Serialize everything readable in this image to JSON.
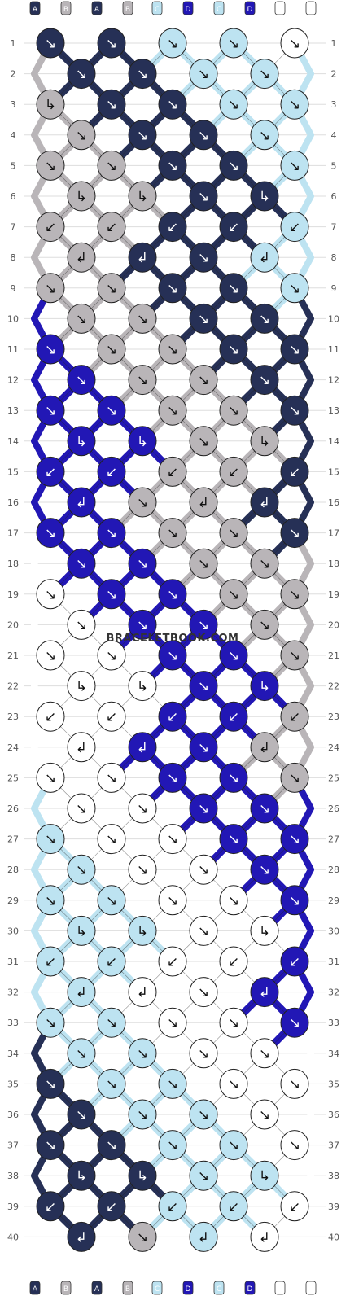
{
  "site": "BRACELETBOOK.COM",
  "colors": {
    "A": "#263056",
    "B": "#b9b5b8",
    "C": "#bde3f1",
    "D": "#2217b5",
    "E": "#ffffff"
  },
  "strands_top": [
    "A",
    "B",
    "A",
    "B",
    "C",
    "D",
    "C",
    "D",
    "E",
    "E"
  ],
  "strands_bottom": [
    "A",
    "B",
    "A",
    "B",
    "C",
    "D",
    "C",
    "D",
    "E",
    "E"
  ],
  "rows": [
    "1",
    "2",
    "3",
    "4",
    "5",
    "6",
    "7",
    "8",
    "9",
    "10",
    "11",
    "12",
    "13",
    "14",
    "15",
    "16",
    "17",
    "18",
    "19",
    "20",
    "21",
    "22",
    "23",
    "24",
    "25",
    "26",
    "27",
    "28",
    "29",
    "30",
    "31",
    "32",
    "33",
    "34",
    "35",
    "36",
    "37",
    "38",
    "39",
    "40"
  ],
  "knots": [
    [
      {
        "c": "A",
        "d": "↘"
      },
      {
        "c": "A",
        "d": "↘"
      },
      {
        "c": "C",
        "d": "↘"
      },
      {
        "c": "C",
        "d": "↘"
      },
      {
        "c": "E",
        "d": "↘"
      }
    ],
    [
      {
        "c": "A",
        "d": "↘"
      },
      {
        "c": "A",
        "d": "↘"
      },
      {
        "c": "C",
        "d": "↘"
      },
      {
        "c": "C",
        "d": "↘"
      }
    ],
    [
      {
        "c": "B",
        "d": "↳"
      },
      {
        "c": "A",
        "d": "↘"
      },
      {
        "c": "A",
        "d": "↘"
      },
      {
        "c": "C",
        "d": "↘"
      },
      {
        "c": "C",
        "d": "↘"
      }
    ],
    [
      {
        "c": "B",
        "d": "↘"
      },
      {
        "c": "A",
        "d": "↘"
      },
      {
        "c": "A",
        "d": "↘"
      },
      {
        "c": "C",
        "d": "↘"
      }
    ],
    [
      {
        "c": "B",
        "d": "↘"
      },
      {
        "c": "B",
        "d": "↘"
      },
      {
        "c": "A",
        "d": "↘"
      },
      {
        "c": "A",
        "d": "↘"
      },
      {
        "c": "C",
        "d": "↘"
      }
    ],
    [
      {
        "c": "B",
        "d": "↳"
      },
      {
        "c": "B",
        "d": "↳"
      },
      {
        "c": "A",
        "d": "↘"
      },
      {
        "c": "A",
        "d": "↳"
      }
    ],
    [
      {
        "c": "B",
        "d": "↙"
      },
      {
        "c": "B",
        "d": "↙"
      },
      {
        "c": "A",
        "d": "↙"
      },
      {
        "c": "A",
        "d": "↙"
      },
      {
        "c": "C",
        "d": "↙"
      }
    ],
    [
      {
        "c": "B",
        "d": "↲"
      },
      {
        "c": "A",
        "d": "↲"
      },
      {
        "c": "A",
        "d": "↘"
      },
      {
        "c": "C",
        "d": "↲"
      }
    ],
    [
      {
        "c": "B",
        "d": "↘"
      },
      {
        "c": "B",
        "d": "↘"
      },
      {
        "c": "A",
        "d": "↘"
      },
      {
        "c": "A",
        "d": "↘"
      },
      {
        "c": "C",
        "d": "↘"
      }
    ],
    [
      {
        "c": "B",
        "d": "↘"
      },
      {
        "c": "B",
        "d": "↘"
      },
      {
        "c": "A",
        "d": "↘"
      },
      {
        "c": "A",
        "d": "↘"
      }
    ],
    [
      {
        "c": "D",
        "d": "↘"
      },
      {
        "c": "B",
        "d": "↘"
      },
      {
        "c": "B",
        "d": "↘"
      },
      {
        "c": "A",
        "d": "↘"
      },
      {
        "c": "A",
        "d": "↘"
      }
    ],
    [
      {
        "c": "D",
        "d": "↘"
      },
      {
        "c": "B",
        "d": "↘"
      },
      {
        "c": "B",
        "d": "↘"
      },
      {
        "c": "A",
        "d": "↘"
      }
    ],
    [
      {
        "c": "D",
        "d": "↘"
      },
      {
        "c": "D",
        "d": "↘"
      },
      {
        "c": "B",
        "d": "↘"
      },
      {
        "c": "B",
        "d": "↘"
      },
      {
        "c": "A",
        "d": "↘"
      }
    ],
    [
      {
        "c": "D",
        "d": "↳"
      },
      {
        "c": "D",
        "d": "↳"
      },
      {
        "c": "B",
        "d": "↘"
      },
      {
        "c": "B",
        "d": "↳"
      }
    ],
    [
      {
        "c": "D",
        "d": "↙"
      },
      {
        "c": "D",
        "d": "↙"
      },
      {
        "c": "B",
        "d": "↙"
      },
      {
        "c": "B",
        "d": "↙"
      },
      {
        "c": "A",
        "d": "↙"
      }
    ],
    [
      {
        "c": "D",
        "d": "↲"
      },
      {
        "c": "B",
        "d": "↘"
      },
      {
        "c": "B",
        "d": "↲"
      },
      {
        "c": "A",
        "d": "↲"
      }
    ],
    [
      {
        "c": "D",
        "d": "↘"
      },
      {
        "c": "D",
        "d": "↘"
      },
      {
        "c": "B",
        "d": "↘"
      },
      {
        "c": "B",
        "d": "↘"
      },
      {
        "c": "A",
        "d": "↘"
      }
    ],
    [
      {
        "c": "D",
        "d": "↘"
      },
      {
        "c": "D",
        "d": "↘"
      },
      {
        "c": "B",
        "d": "↘"
      },
      {
        "c": "B",
        "d": "↘"
      }
    ],
    [
      {
        "c": "E",
        "d": "↘"
      },
      {
        "c": "D",
        "d": "↘"
      },
      {
        "c": "D",
        "d": "↘"
      },
      {
        "c": "B",
        "d": "↘"
      },
      {
        "c": "B",
        "d": "↘"
      }
    ],
    [
      {
        "c": "E",
        "d": "↘"
      },
      {
        "c": "D",
        "d": "↘"
      },
      {
        "c": "D",
        "d": "↘"
      },
      {
        "c": "B",
        "d": "↘"
      }
    ],
    [
      {
        "c": "E",
        "d": "↘"
      },
      {
        "c": "E",
        "d": "↘"
      },
      {
        "c": "D",
        "d": "↘"
      },
      {
        "c": "D",
        "d": "↘"
      },
      {
        "c": "B",
        "d": "↘"
      }
    ],
    [
      {
        "c": "E",
        "d": "↳"
      },
      {
        "c": "E",
        "d": "↳"
      },
      {
        "c": "D",
        "d": "↘"
      },
      {
        "c": "D",
        "d": "↳"
      }
    ],
    [
      {
        "c": "E",
        "d": "↙"
      },
      {
        "c": "E",
        "d": "↙"
      },
      {
        "c": "D",
        "d": "↙"
      },
      {
        "c": "D",
        "d": "↙"
      },
      {
        "c": "B",
        "d": "↙"
      }
    ],
    [
      {
        "c": "E",
        "d": "↲"
      },
      {
        "c": "D",
        "d": "↲"
      },
      {
        "c": "D",
        "d": "↘"
      },
      {
        "c": "B",
        "d": "↲"
      }
    ],
    [
      {
        "c": "E",
        "d": "↘"
      },
      {
        "c": "E",
        "d": "↘"
      },
      {
        "c": "D",
        "d": "↘"
      },
      {
        "c": "D",
        "d": "↘"
      },
      {
        "c": "B",
        "d": "↘"
      }
    ],
    [
      {
        "c": "E",
        "d": "↘"
      },
      {
        "c": "E",
        "d": "↘"
      },
      {
        "c": "D",
        "d": "↘"
      },
      {
        "c": "D",
        "d": "↘"
      }
    ],
    [
      {
        "c": "C",
        "d": "↘"
      },
      {
        "c": "E",
        "d": "↘"
      },
      {
        "c": "E",
        "d": "↘"
      },
      {
        "c": "D",
        "d": "↘"
      },
      {
        "c": "D",
        "d": "↘"
      }
    ],
    [
      {
        "c": "C",
        "d": "↘"
      },
      {
        "c": "E",
        "d": "↘"
      },
      {
        "c": "E",
        "d": "↘"
      },
      {
        "c": "D",
        "d": "↘"
      }
    ],
    [
      {
        "c": "C",
        "d": "↘"
      },
      {
        "c": "C",
        "d": "↘"
      },
      {
        "c": "E",
        "d": "↘"
      },
      {
        "c": "E",
        "d": "↘"
      },
      {
        "c": "D",
        "d": "↘"
      }
    ],
    [
      {
        "c": "C",
        "d": "↳"
      },
      {
        "c": "C",
        "d": "↳"
      },
      {
        "c": "E",
        "d": "↘"
      },
      {
        "c": "E",
        "d": "↳"
      }
    ],
    [
      {
        "c": "C",
        "d": "↙"
      },
      {
        "c": "C",
        "d": "↙"
      },
      {
        "c": "E",
        "d": "↙"
      },
      {
        "c": "E",
        "d": "↙"
      },
      {
        "c": "D",
        "d": "↙"
      }
    ],
    [
      {
        "c": "C",
        "d": "↲"
      },
      {
        "c": "E",
        "d": "↲"
      },
      {
        "c": "E",
        "d": "↘"
      },
      {
        "c": "D",
        "d": "↲"
      }
    ],
    [
      {
        "c": "C",
        "d": "↘"
      },
      {
        "c": "C",
        "d": "↘"
      },
      {
        "c": "E",
        "d": "↘"
      },
      {
        "c": "E",
        "d": "↘"
      },
      {
        "c": "D",
        "d": "↘"
      }
    ],
    [
      {
        "c": "C",
        "d": "↘"
      },
      {
        "c": "C",
        "d": "↘"
      },
      {
        "c": "E",
        "d": "↘"
      },
      {
        "c": "E",
        "d": "↘"
      }
    ],
    [
      {
        "c": "A",
        "d": "↘"
      },
      {
        "c": "C",
        "d": "↘"
      },
      {
        "c": "C",
        "d": "↘"
      },
      {
        "c": "E",
        "d": "↘"
      },
      {
        "c": "E",
        "d": "↘"
      }
    ],
    [
      {
        "c": "A",
        "d": "↘"
      },
      {
        "c": "C",
        "d": "↘"
      },
      {
        "c": "C",
        "d": "↘"
      },
      {
        "c": "E",
        "d": "↘"
      }
    ],
    [
      {
        "c": "A",
        "d": "↘"
      },
      {
        "c": "A",
        "d": "↘"
      },
      {
        "c": "C",
        "d": "↘"
      },
      {
        "c": "C",
        "d": "↘"
      },
      {
        "c": "E",
        "d": "↘"
      }
    ],
    [
      {
        "c": "A",
        "d": "↳"
      },
      {
        "c": "A",
        "d": "↳"
      },
      {
        "c": "C",
        "d": "↘"
      },
      {
        "c": "C",
        "d": "↳"
      }
    ],
    [
      {
        "c": "A",
        "d": "↙"
      },
      {
        "c": "A",
        "d": "↙"
      },
      {
        "c": "C",
        "d": "↙"
      },
      {
        "c": "C",
        "d": "↙"
      },
      {
        "c": "E",
        "d": "↙"
      }
    ],
    [
      {
        "c": "A",
        "d": "↲"
      },
      {
        "c": "B",
        "d": "↘"
      },
      {
        "c": "C",
        "d": "↲"
      },
      {
        "c": "E",
        "d": "↲"
      }
    ]
  ]
}
